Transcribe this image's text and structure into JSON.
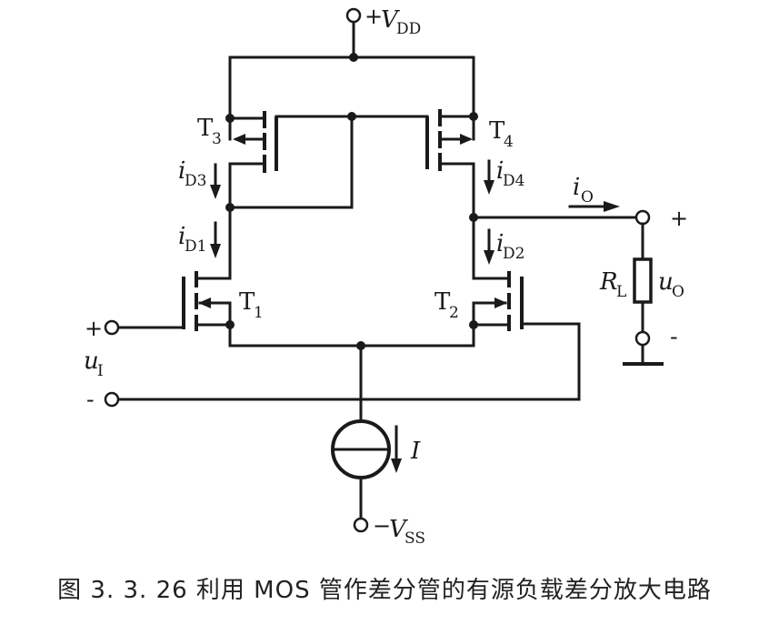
{
  "labels": {
    "vdd_sign": "+",
    "vdd_main": "V",
    "vdd_sub": "DD",
    "vss_sign": "−",
    "vss_main": "V",
    "vss_sub": "SS",
    "t1_main": "T",
    "t1_sub": "1",
    "t2_main": "T",
    "t2_sub": "2",
    "t3_main": "T",
    "t3_sub": "3",
    "t4_main": "T",
    "t4_sub": "4",
    "id1_main": "i",
    "id1_sub": "D1",
    "id2_main": "i",
    "id2_sub": "D2",
    "id3_main": "i",
    "id3_sub": "D3",
    "id4_main": "i",
    "id4_sub": "D4",
    "io_main": "i",
    "io_sub": "O",
    "rl_main": "R",
    "rl_sub": "L",
    "uo_main": "u",
    "uo_sub": "O",
    "ui_main": "u",
    "ui_sub": "I",
    "current_source": "I",
    "in_plus": "+",
    "in_minus": "-",
    "out_plus": "+",
    "out_minus": "-"
  },
  "caption": "图 3. 3. 26   利用 MOS 管作差分管的有源负载差分放大电路"
}
